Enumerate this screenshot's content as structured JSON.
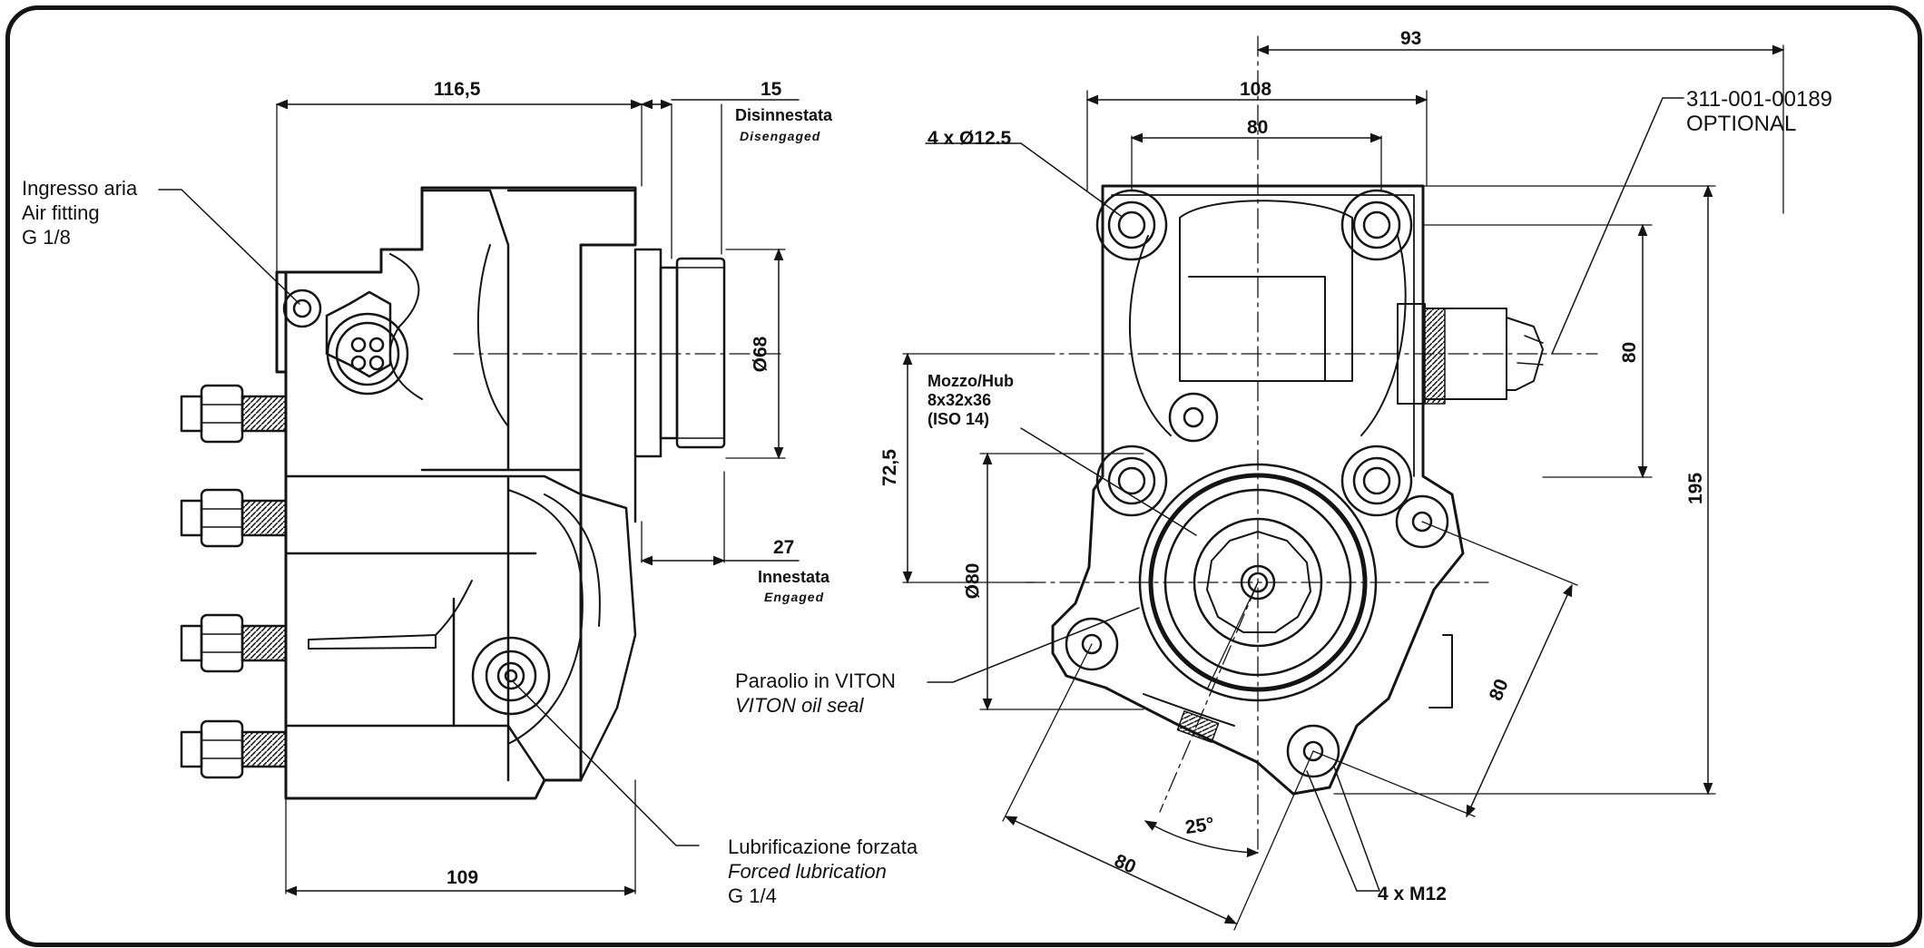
{
  "colors": {
    "line": "#141414",
    "background": "#ffffff"
  },
  "side_view": {
    "dims": {
      "length_top": "116,5",
      "stroke_disengaged": "15",
      "shaft_diameter": "Ø68",
      "stroke_engaged": "27",
      "length_bottom": "109"
    },
    "disengaged": {
      "it": "Disinnestata",
      "en": "Disengaged"
    },
    "engaged": {
      "it": "Innestata",
      "en": "Engaged"
    },
    "air_fitting": {
      "line1": "Ingresso aria",
      "line2": "Air fitting",
      "line3": "G 1/8"
    },
    "lubrication": {
      "line1": "Lubrificazione forzata",
      "line2": "Forced lubrication",
      "line3": "G 1/4"
    }
  },
  "front_view": {
    "dims": {
      "offset_top": "93",
      "width_outer": "108",
      "width_inner": "80",
      "height_right": "80",
      "height_total": "195",
      "height_left": "72,5",
      "hub_circle": "Ø80",
      "diag_right": "80",
      "diag_bottom": "80",
      "angle": "25°"
    },
    "holes_top": "4 x Ø12.5",
    "holes_bottom": "4 x M12",
    "hub": {
      "line1": "Mozzo/Hub",
      "line2": "8x32x36",
      "line3": "(ISO 14)"
    },
    "oil_seal": {
      "line1": "Paraolio in VITON",
      "line2": "VITON oil seal"
    },
    "optional_part": {
      "line1": "311-001-00189",
      "line2": "OPTIONAL"
    }
  }
}
